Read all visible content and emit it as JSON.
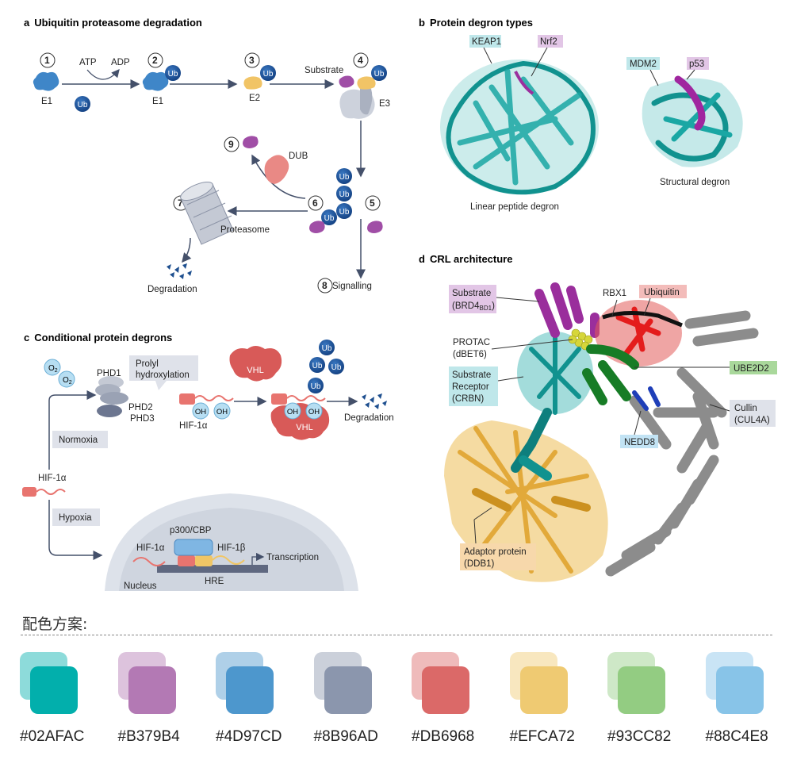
{
  "panel_a": {
    "letter": "a",
    "title": "Ubiquitin proteasome degradation",
    "atp": "ATP",
    "adp": "ADP",
    "ub": "Ub",
    "e1": "E1",
    "e2": "E2",
    "e3": "E3",
    "substrate": "Substrate",
    "dub": "DUB",
    "proteasome": "Proteasome",
    "degradation": "Degradation",
    "signalling": "Signalling",
    "steps": [
      "1",
      "2",
      "3",
      "4",
      "5",
      "6",
      "7",
      "8",
      "9"
    ]
  },
  "panel_b": {
    "letter": "b",
    "title": "Protein degron types",
    "keap1": "KEAP1",
    "nrf2": "Nrf2",
    "mdm2": "MDM2",
    "p53": "p53",
    "linear": "Linear peptide degron",
    "structural": "Structural degron"
  },
  "panel_c": {
    "letter": "c",
    "title": "Conditional protein degrons",
    "o2": "O",
    "o2_sub": "2",
    "phd1": "PHD1",
    "phd2": "PHD2",
    "phd3": "PHD3",
    "prolyl_1": "Prolyl",
    "prolyl_2": "hydroxylation",
    "hif1a": "HIF-1α",
    "oh": "OH",
    "vhl": "VHL",
    "ub": "Ub",
    "degradation": "Degradation",
    "normoxia": "Normoxia",
    "hypoxia": "Hypoxia",
    "p300": "p300/CBP",
    "hif1b": "HIF-1β",
    "transcription": "Transcription",
    "nucleus": "Nucleus",
    "hre": "HRE"
  },
  "panel_d": {
    "letter": "d",
    "title": "CRL architecture",
    "substrate_1": "Substrate",
    "substrate_2": "(BRD4",
    "substrate_sub": "BD1",
    "substrate_3": ")",
    "rbx1": "RBX1",
    "ubiquitin": "Ubiquitin",
    "protac_1": "PROTAC",
    "protac_2": "(dBET6)",
    "receptor_1": "Substrate",
    "receptor_2": "Receptor",
    "receptor_3": "(CRBN)",
    "ube2d2": "UBE2D2",
    "cullin_1": "Cullin",
    "cullin_2": "(CUL4A)",
    "nedd8": "NEDD8",
    "adaptor_1": "Adaptor protein",
    "adaptor_2": "(DDB1)"
  },
  "scheme_title": "配色方案:",
  "swatches": [
    {
      "hex": "#02AFAC",
      "label": "#02AFAC"
    },
    {
      "hex": "#B379B4",
      "label": "#B379B4"
    },
    {
      "hex": "#4D97CD",
      "label": "#4D97CD"
    },
    {
      "hex": "#8B96AD",
      "label": "#8B96AD"
    },
    {
      "hex": "#DB6968",
      "label": "#DB6968"
    },
    {
      "hex": "#EFCA72",
      "label": "#EFCA72"
    },
    {
      "hex": "#93CC82",
      "label": "#93CC82"
    },
    {
      "hex": "#88C4E8",
      "label": "#88C4E8"
    }
  ]
}
